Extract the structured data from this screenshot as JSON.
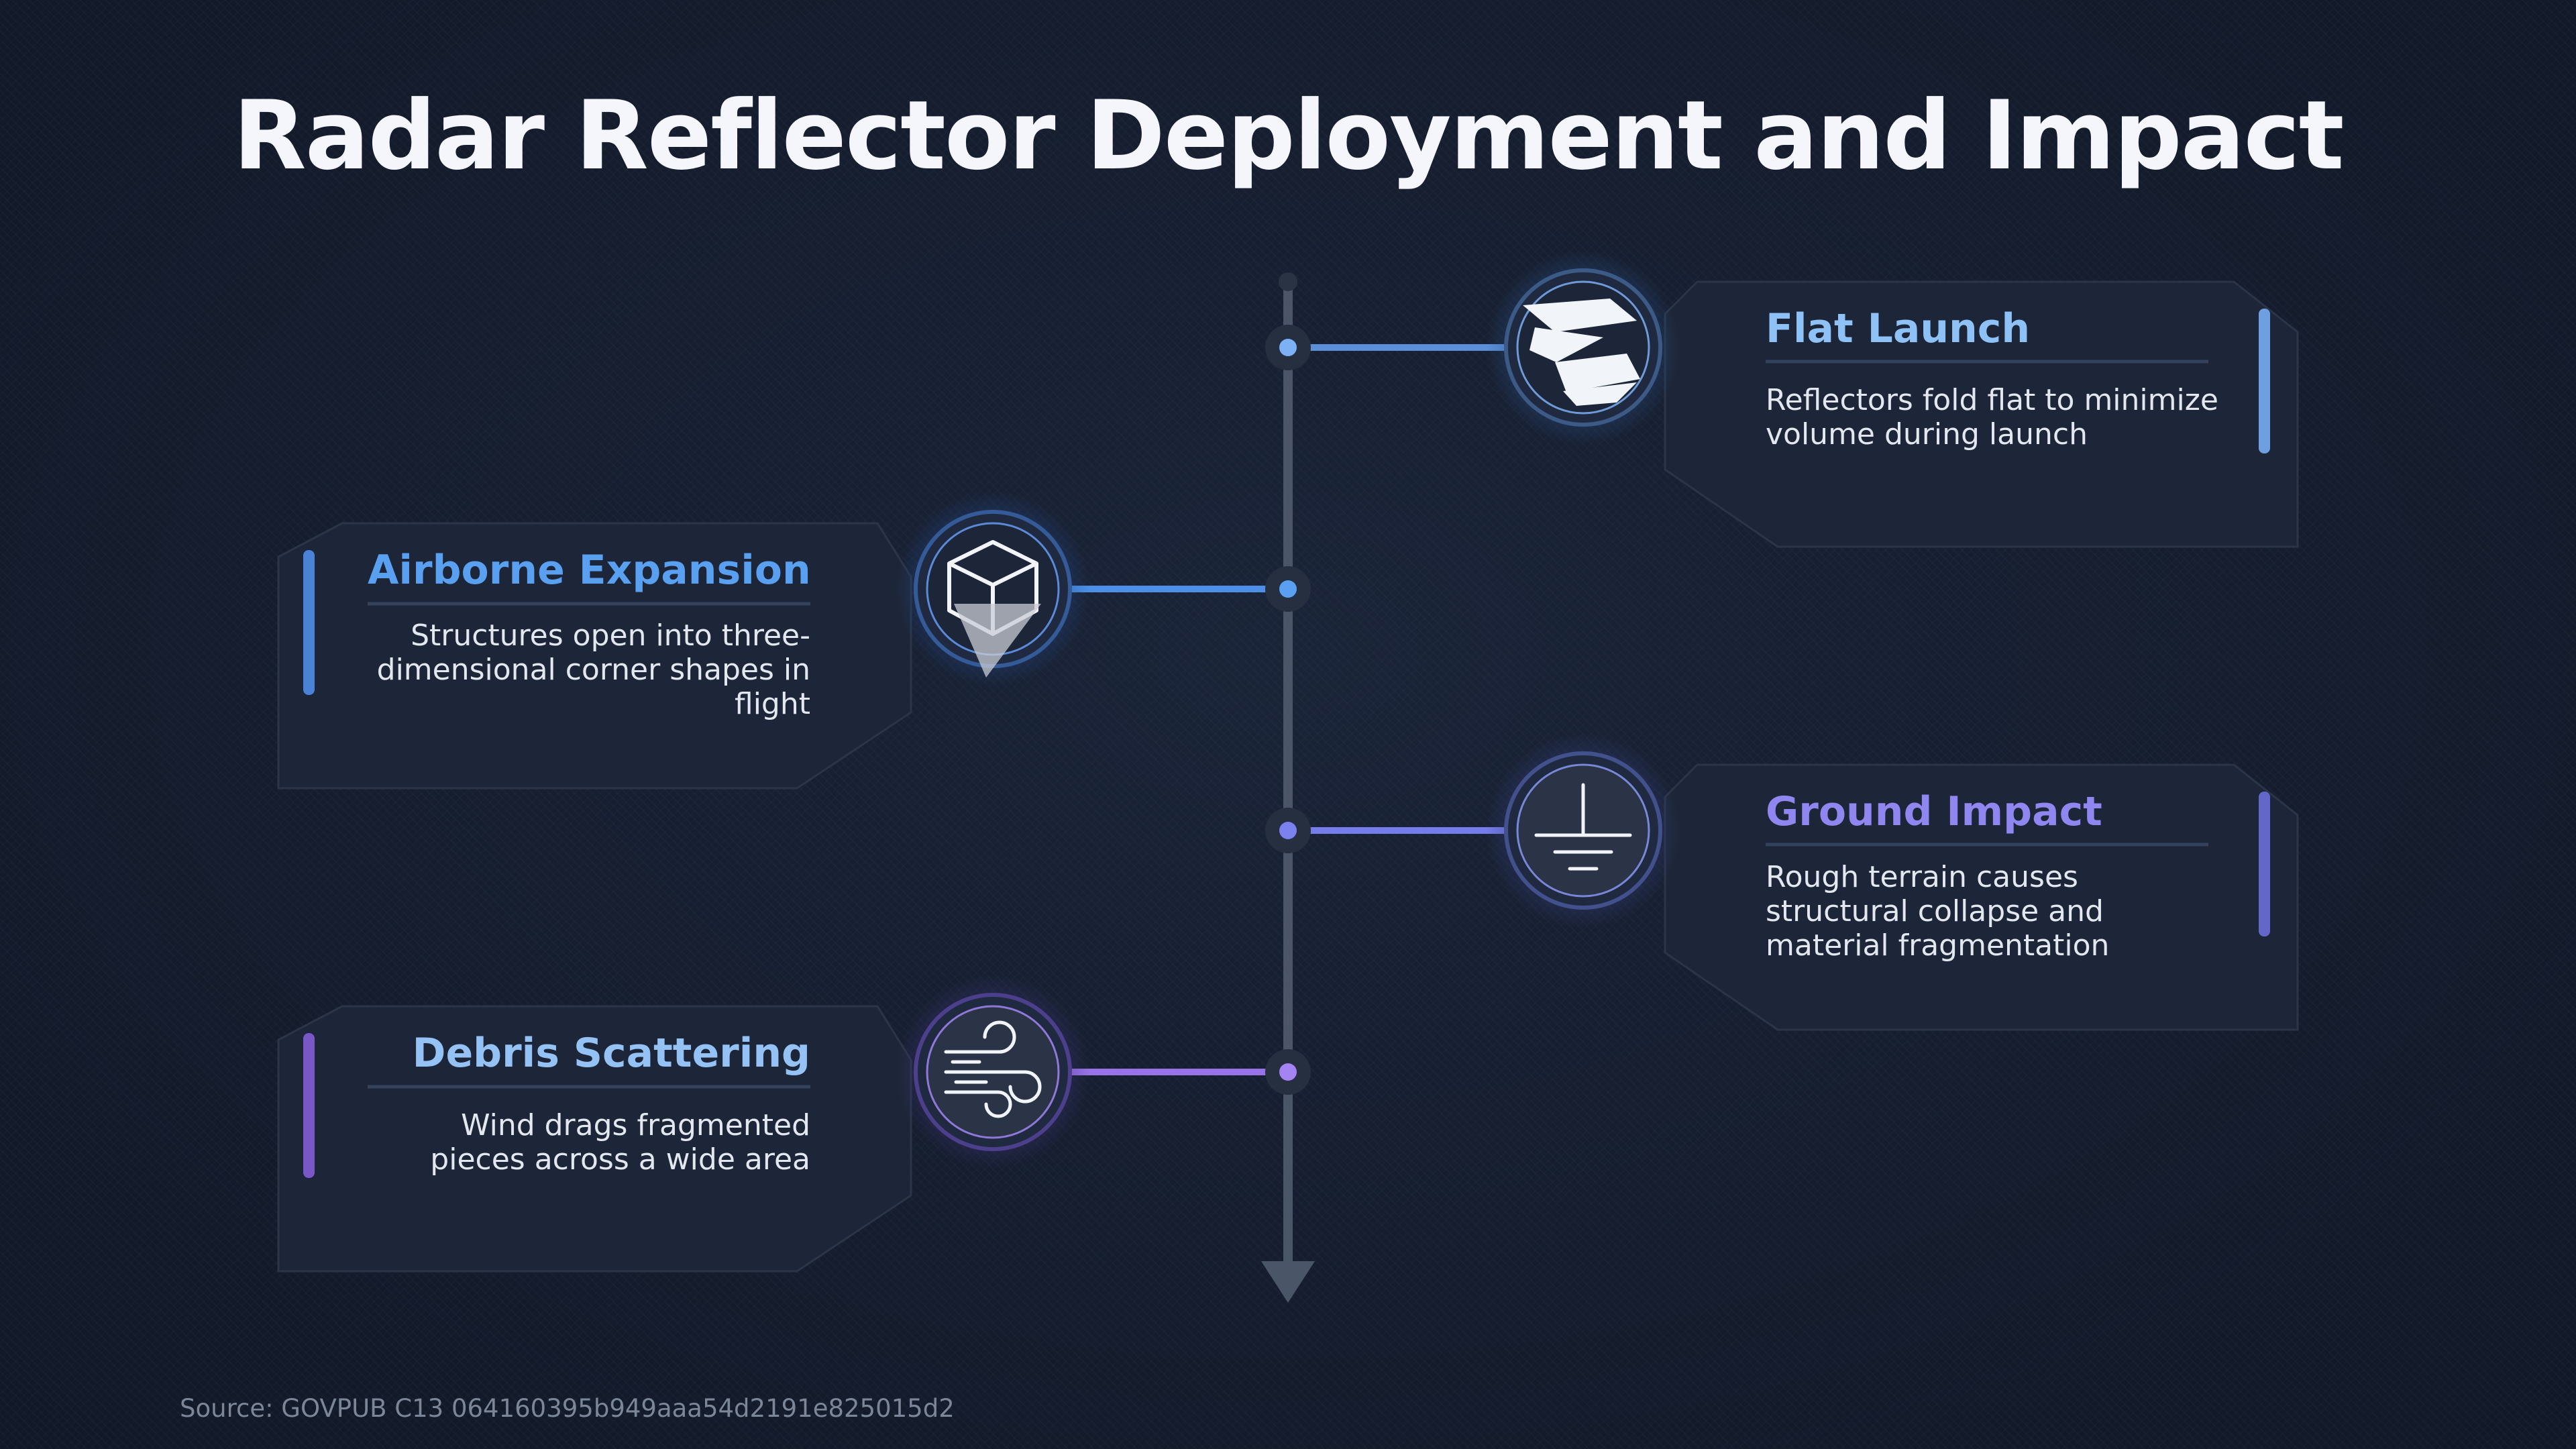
{
  "title": "Radar Reflector Deployment and Impact",
  "colors": {
    "background": "#141d2f",
    "card": "#1d2638",
    "timeline": "#4a5568",
    "stage1": "#74aef5",
    "stage2": "#4d8fe6",
    "stage3": "#7f86ee",
    "stage4": "#9a72e6"
  },
  "stages": [
    {
      "title": "Flat Launch",
      "description": "Reflectors fold flat to minimize volume during launch",
      "icon": "folded-sheets-icon"
    },
    {
      "title": "Airborne Expansion",
      "description": "Structures open into three-dimensional corner shapes in flight",
      "icon": "cube-icon"
    },
    {
      "title": "Ground Impact",
      "description": "Rough terrain causes structural collapse and material fragmentation",
      "icon": "ground-icon"
    },
    {
      "title": "Debris Scattering",
      "description": "Wind drags fragmented pieces across a wide area",
      "icon": "wind-icon"
    }
  ],
  "source": "Source: GOVPUB C13 064160395b949aaa54d2191e825015d2"
}
